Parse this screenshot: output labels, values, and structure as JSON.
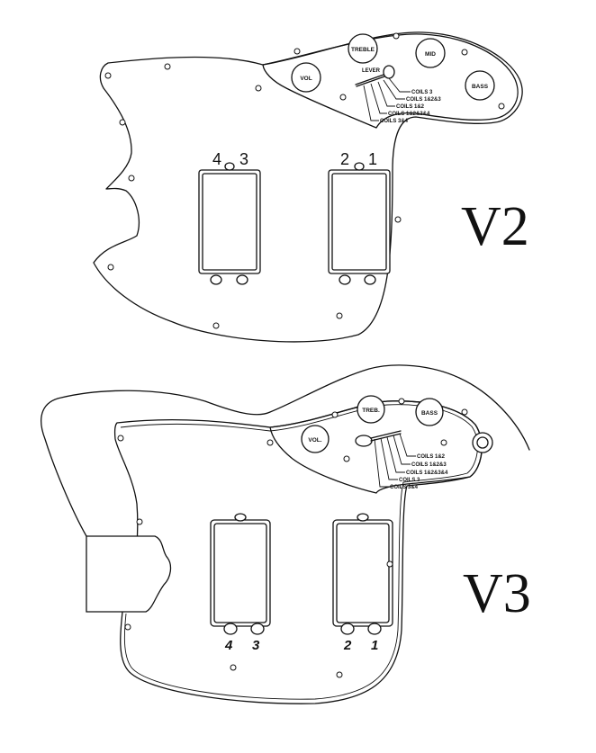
{
  "v2": {
    "label": "V2",
    "knobs": [
      "VOL",
      "TREBLE",
      "MID",
      "BASS"
    ],
    "lever_label": "LEVER",
    "switch_positions": [
      "COILS 3",
      "COILS 1&2&3",
      "COILS 1&2",
      "COILS 1&2&3&4",
      "COILS 3&4"
    ],
    "coil_numbers": [
      "4",
      "3",
      "2",
      "1"
    ]
  },
  "v3": {
    "label": "V3",
    "knobs": [
      "VOL.",
      "TREB.",
      "BASS"
    ],
    "switch_positions": [
      "COILS 1&2",
      "COILS 1&2&3",
      "COILS 1&2&3&4",
      "COILS 3",
      "COILS 3&4"
    ],
    "coil_numbers": [
      "4",
      "3",
      "2",
      "1"
    ]
  }
}
